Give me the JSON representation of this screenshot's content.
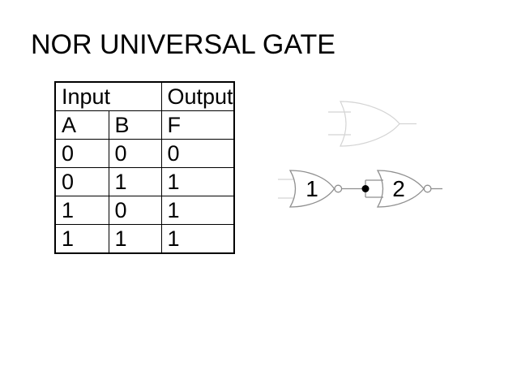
{
  "slide": {
    "title": "NOR UNIVERSAL GATE"
  },
  "truth_table": {
    "input_header": "Input",
    "output_header": "Output",
    "columns": [
      "A",
      "B",
      "F"
    ],
    "rows": [
      [
        "0",
        "0",
        "0"
      ],
      [
        "0",
        "1",
        "1"
      ],
      [
        "1",
        "0",
        "1"
      ],
      [
        "1",
        "1",
        "1"
      ]
    ]
  },
  "diagram": {
    "gate1_label": "1",
    "gate2_label": "2",
    "colors": {
      "faint": "#d4d4d4",
      "gate": "#8f8f8f",
      "junction": "#000000"
    }
  }
}
